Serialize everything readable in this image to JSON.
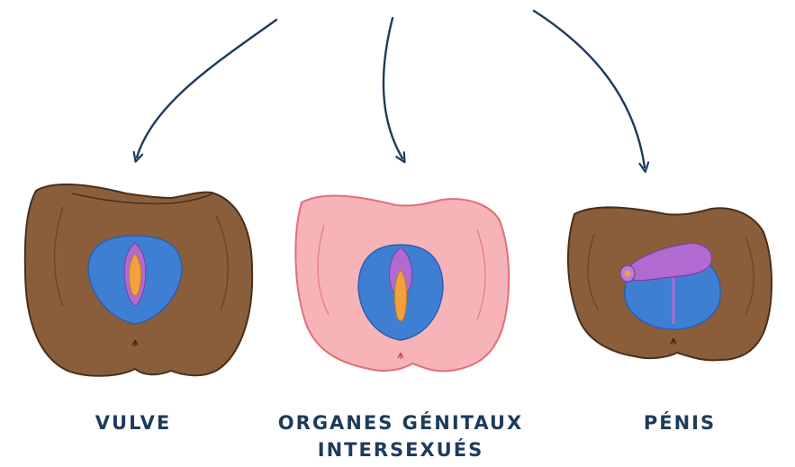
{
  "labels": {
    "left": "VULVE",
    "center_line1": "ORGANES GÉNITAUX",
    "center_line2": "INTERSEXUÉS",
    "right": "PÉNIS"
  },
  "colors": {
    "arrow": "#1e3b5c",
    "brown_skin": "#8a5e3a",
    "brown_shade": "#5e3d22",
    "pink_skin": "#f6b4b9",
    "pink_shade": "#e06f79",
    "blue": "#3f7fd3",
    "blue_dark": "#2b5fb0",
    "purple": "#b06ad0",
    "orange": "#f2a23a",
    "label": "#1e3b5c"
  }
}
